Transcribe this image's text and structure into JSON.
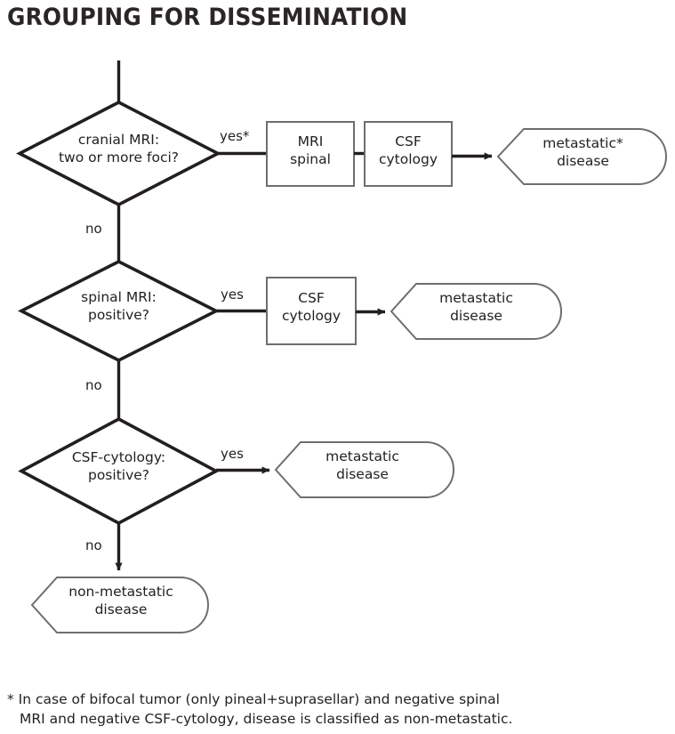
{
  "title": "GROUPING FOR DISSEMINATION",
  "colors": {
    "background": "#ffffff",
    "text": "#231f20",
    "title": "#2b2626",
    "decision_stroke": "#231f20",
    "process_stroke": "#6d6e71",
    "terminator_stroke": "#6d6e71",
    "connector": "#231f20"
  },
  "decisions": [
    {
      "id": "cranial-mri",
      "line1": "cranial MRI:",
      "line2": "two or more foci?",
      "yes_label": "yes*",
      "no_label": "no"
    },
    {
      "id": "spinal-mri",
      "line1": "spinal MRI:",
      "line2": "positive?",
      "yes_label": "yes",
      "no_label": "no"
    },
    {
      "id": "csf-cytology",
      "line1": "CSF-cytology:",
      "line2": "positive?",
      "yes_label": "yes",
      "no_label": "no"
    }
  ],
  "processes": [
    {
      "id": "mri-spinal",
      "line1": "MRI",
      "line2": "spinal"
    },
    {
      "id": "csf-cytology-1",
      "line1": "CSF",
      "line2": "cytology"
    },
    {
      "id": "csf-cytology-2",
      "line1": "CSF",
      "line2": "cytology"
    }
  ],
  "terminators": [
    {
      "id": "metastatic-starred",
      "line1": "metastatic*",
      "line2": "disease"
    },
    {
      "id": "metastatic-row2",
      "line1": "metastatic",
      "line2": "disease"
    },
    {
      "id": "metastatic-row3",
      "line1": "metastatic",
      "line2": "disease"
    },
    {
      "id": "non-metastatic",
      "line1": "non-metastatic",
      "line2": "disease"
    }
  ],
  "footnote": {
    "line1": "* In case of bifocal tumor (only pineal+suprasellar) and negative spinal",
    "line2": "MRI and negative CSF-cytology, disease is classified as non-metastatic."
  }
}
